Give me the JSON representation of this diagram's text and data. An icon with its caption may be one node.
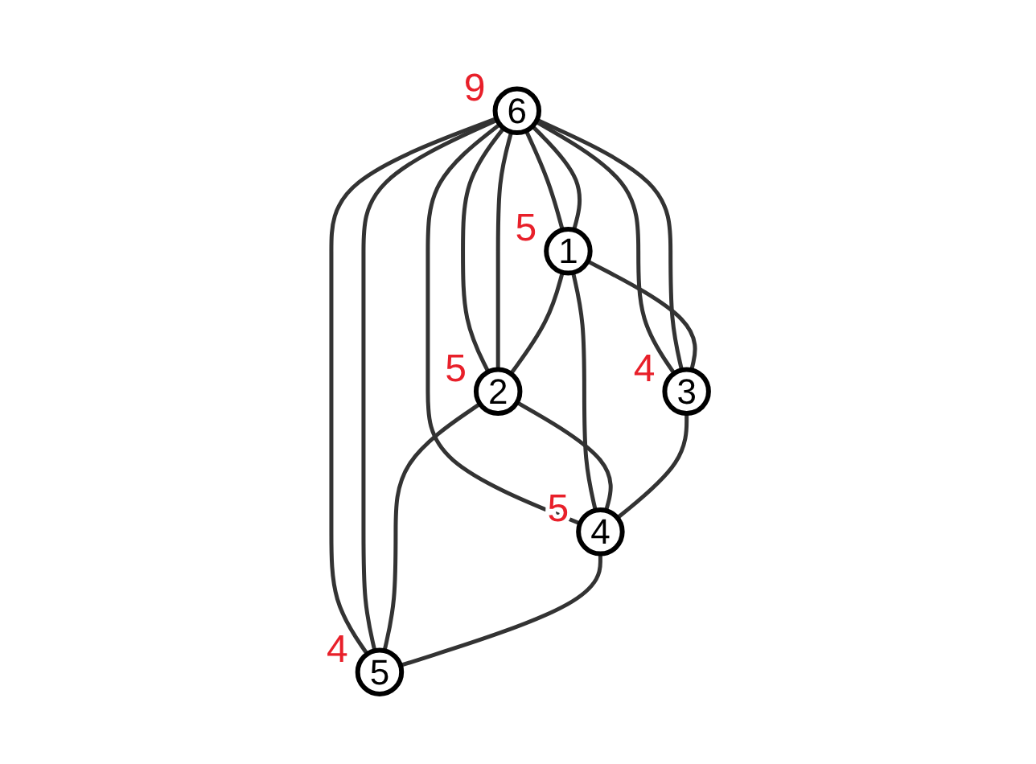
{
  "diagram": {
    "nodes": [
      {
        "text": [
          "6"
        ],
        "beside": [
          "9"
        ]
      },
      {
        "text": [
          "1"
        ],
        "beside": [
          "5"
        ]
      },
      {
        "text": [
          "2"
        ],
        "beside": [
          "5"
        ]
      },
      {
        "text": [
          "3"
        ],
        "beside": [
          "4"
        ]
      },
      {
        "text": [
          "4"
        ],
        "beside": [
          "5"
        ]
      },
      {
        "text": [
          "5"
        ],
        "beside": [
          "4"
        ]
      }
    ],
    "edges": [
      {
        "from": 0,
        "to": 3,
        "arrow": "none"
      },
      {
        "from": 0,
        "to": 3,
        "arrow": "none"
      },
      {
        "from": 0,
        "to": 1,
        "arrow": "none"
      },
      {
        "from": 0,
        "to": 1,
        "arrow": "none"
      },
      {
        "from": 0,
        "to": 4,
        "arrow": "none"
      },
      {
        "from": 0,
        "to": 2,
        "arrow": "none"
      },
      {
        "from": 0,
        "to": 2,
        "arrow": "none"
      },
      {
        "from": 0,
        "to": 5,
        "arrow": "none"
      },
      {
        "from": 0,
        "to": 5,
        "arrow": "none"
      },
      {
        "from": 1,
        "to": 2,
        "arrow": "none"
      },
      {
        "from": 1,
        "to": 3,
        "arrow": "none"
      },
      {
        "from": 1,
        "to": 4,
        "arrow": "none"
      },
      {
        "from": 2,
        "to": 4,
        "arrow": "none"
      },
      {
        "from": 2,
        "to": 5,
        "arrow": "none"
      },
      {
        "from": 3,
        "to": 4,
        "arrow": "none"
      },
      {
        "from": 4,
        "to": 5,
        "arrow": "none"
      }
    ]
  }
}
